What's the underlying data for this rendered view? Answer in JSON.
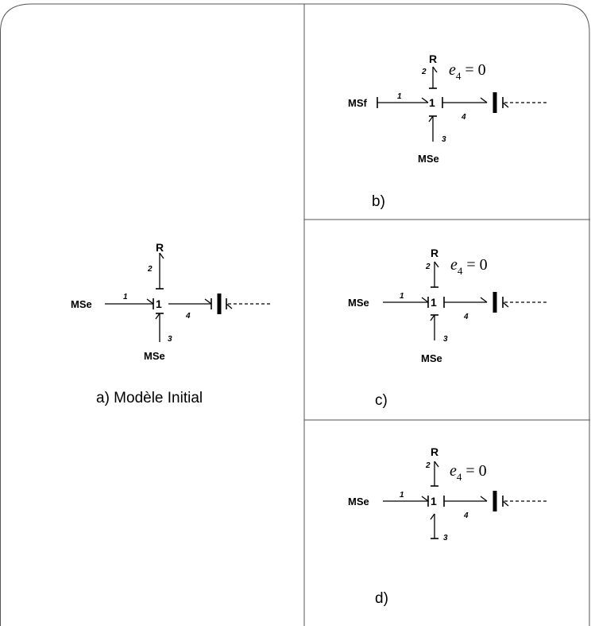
{
  "panel_a": {
    "caption": "a) Modèle Initial",
    "r_label": "R",
    "left_source": "MSe",
    "junction": "1",
    "bottom_source": "MSe",
    "bond_labels": [
      "1",
      "2",
      "3",
      "4"
    ]
  },
  "panel_b": {
    "caption": "b)",
    "r_label": "R",
    "left_source": "MSf",
    "junction": "1",
    "bottom_source": "MSe",
    "bond_labels": [
      "1",
      "2",
      "3",
      "4"
    ],
    "eq_symbol": "e",
    "eq_subscript": "4",
    "eq_rhs": " = 0"
  },
  "panel_c": {
    "caption": "c)",
    "r_label": "R",
    "left_source": "MSe",
    "junction": "1",
    "bottom_source": "MSe",
    "bond_labels": [
      "1",
      "2",
      "3",
      "4"
    ],
    "eq_symbol": "e",
    "eq_subscript": "4",
    "eq_rhs": " = 0"
  },
  "panel_d": {
    "caption": "d)",
    "r_label": "R",
    "left_source": "MSe",
    "junction": "1",
    "bond_labels": [
      "1",
      "2",
      "3",
      "4"
    ],
    "eq_symbol": "e",
    "eq_subscript": "4",
    "eq_rhs": " = 0"
  }
}
